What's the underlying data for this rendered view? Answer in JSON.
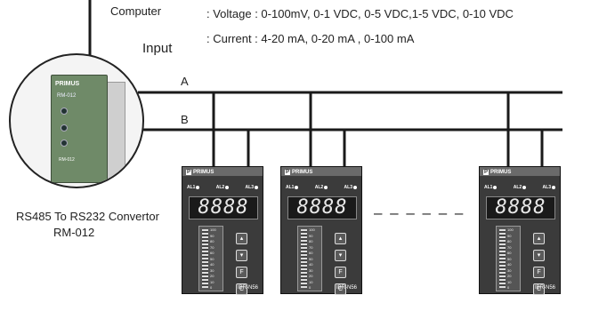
{
  "labels": {
    "computer": "Computer",
    "input": "Input",
    "voltage": ": Voltage : 0-100mV, 0-1 VDC, 0-5 VDC,1-5 VDC, 0-10 VDC",
    "current": ": Current : 4-20 mA, 0-20 mA , 0-100 mA",
    "line_a": "A",
    "line_b": "B",
    "converter_name": "RS485 To RS232 Convertor",
    "converter_model": "RM-012",
    "dashes": "– – – – – –"
  },
  "converter": {
    "brand": "PRIMUS",
    "model": "RM-012"
  },
  "meters": [
    {
      "brand": "PRIMUS",
      "display": "8888",
      "tag": "IBR-N56"
    },
    {
      "brand": "PRIMUS",
      "display": "8888",
      "tag": "IBR-N56"
    },
    {
      "brand": "PRIMUS",
      "display": "8888",
      "tag": "IBR-N56"
    }
  ],
  "colors": {
    "line": "#1a1a1a",
    "meter_body": "#3b3b3b",
    "module": "#6f8a68"
  }
}
